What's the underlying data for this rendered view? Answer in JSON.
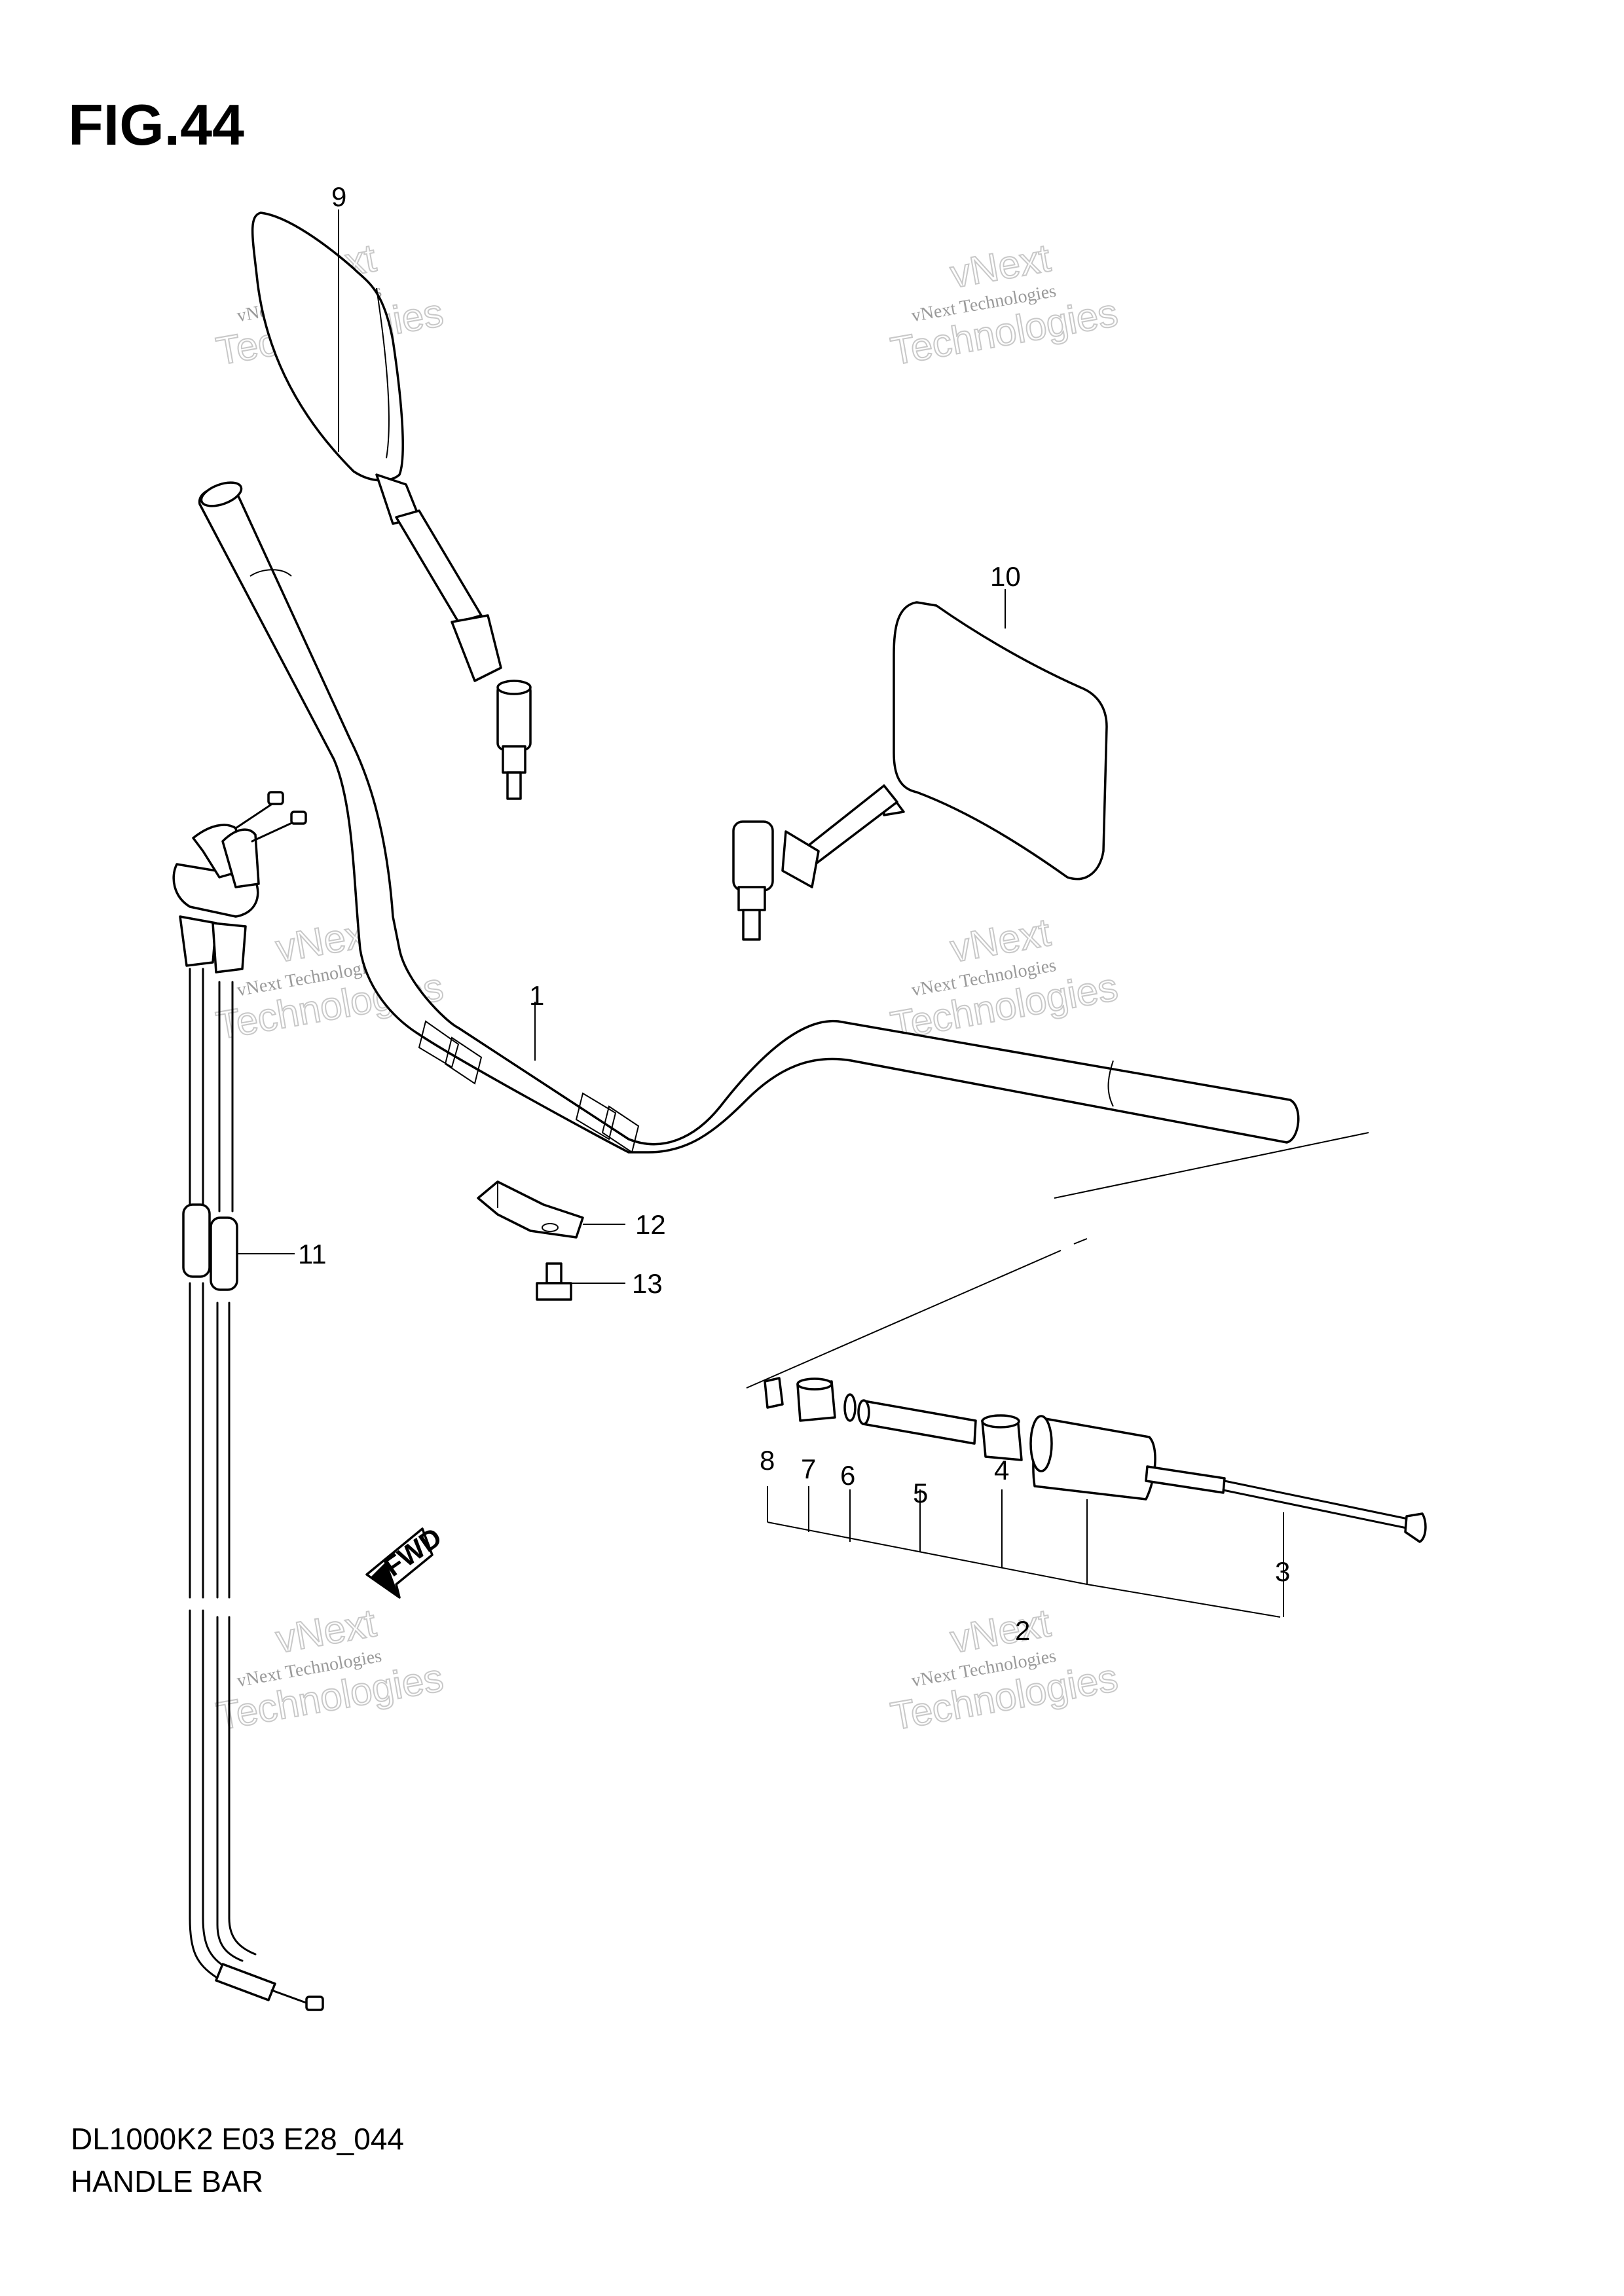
{
  "figure": {
    "title": "FIG.44"
  },
  "footer": {
    "model_code": "DL1000K2 E03 E28_044",
    "section_name": "HANDLE BAR"
  },
  "parts": [
    {
      "number": "1"
    },
    {
      "number": "2"
    },
    {
      "number": "3"
    },
    {
      "number": "4"
    },
    {
      "number": "5"
    },
    {
      "number": "6"
    },
    {
      "number": "7"
    },
    {
      "number": "8"
    },
    {
      "number": "9"
    },
    {
      "number": "10"
    },
    {
      "number": "11"
    },
    {
      "number": "12"
    },
    {
      "number": "13"
    }
  ],
  "direction_badge": "FWD",
  "watermark": {
    "line1": "vNext Technologies",
    "line2": "vNext",
    "line3": "Technologies"
  }
}
